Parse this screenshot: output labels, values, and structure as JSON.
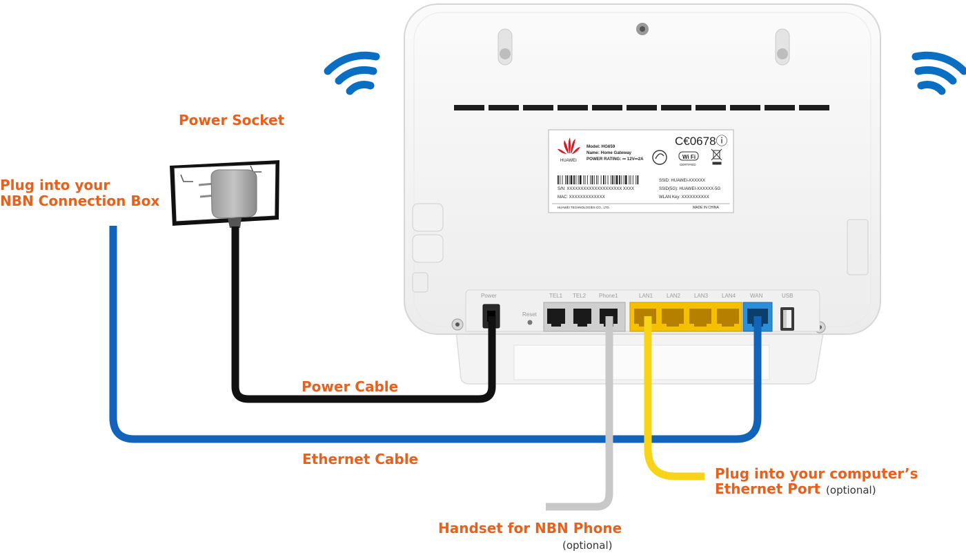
{
  "colors": {
    "accent": "#e8601c",
    "wifi": "#0a6fc2",
    "ethernet_cable": "#1164b9",
    "power_cable": "#111111",
    "phone_cable": "#c8c8c8",
    "lan_cable": "#f7d417",
    "lan_ports": "#f5c000",
    "wan_port": "#2a8fd8"
  },
  "labels": {
    "power_socket": "Power Socket",
    "nbn_box_line1": "Plug into your",
    "nbn_box_line2": "NBN Connection Box",
    "power_cable": "Power Cable",
    "ethernet_cable": "Ethernet Cable",
    "computer_line1": "Plug into your computer’s",
    "computer_line2": "Ethernet Port",
    "computer_optional": "(optional)",
    "handset": "Handset for NBN Phone",
    "handset_optional": "(optional)"
  },
  "sticker": {
    "brand": "HUAWEI",
    "model": "Model: HG659",
    "name": "Name: Home Gateway",
    "power_rating": "POWER RATING: ⎓ 12V⎓2A",
    "ce_mark": "C€0678ⓘ",
    "wifi_logo": "Wi Fi",
    "wifi_certified": "CERTIFIED",
    "sn": "S/N: XXXXXXXXXXXXXXXXXXXX   XXXX",
    "mac": "MAC: XXXXXXXXXXXXX",
    "ssid": "SSID: HUAWEI-XXXXXX",
    "ssid_5g": "SSID(5G): HUAWEI-XXXXXX-5G",
    "wlan_key": "WLAN Key: XXXXXXXXXX",
    "company": "HUAWEI TECHNOLOGIES CO., LTD.",
    "made_in": "MADE IN CHINA"
  },
  "ports": {
    "power": "Power",
    "reset": "Reset",
    "tel1": "TEL1",
    "tel2": "TEL2",
    "phone": "Phone1",
    "lan1": "LAN1",
    "lan2": "LAN2",
    "lan3": "LAN3",
    "lan4": "LAN4",
    "wan": "WAN",
    "usb": "USB"
  },
  "icons": {
    "wifi_left": "wifi-signal-icon",
    "wifi_right": "wifi-signal-icon",
    "power_adapter": "power-adapter-icon"
  }
}
